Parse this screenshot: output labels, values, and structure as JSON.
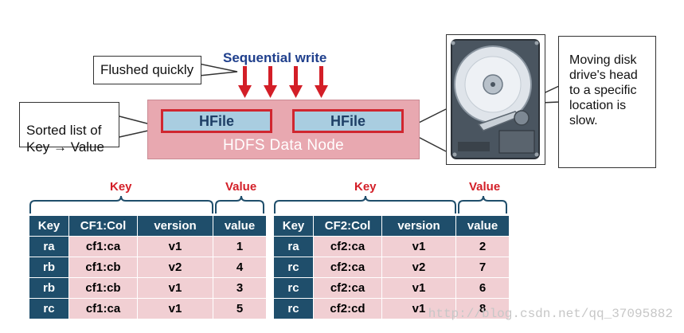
{
  "top": {
    "sequential_write": "Sequential write",
    "flushed": "Flushed quickly",
    "sorted_list": "Sorted list of\nKey → Value",
    "hfile_1": "HFile",
    "hfile_2": "HFile",
    "node_label": "HDFS Data Node",
    "disk_note": "Moving disk drive's head to a specific location is slow."
  },
  "table_left": {
    "key_label": "Key",
    "value_label": "Value",
    "headers": [
      "Key",
      "CF1:Col",
      "version",
      "value"
    ],
    "rows": [
      [
        "ra",
        "cf1:ca",
        "v1",
        "1"
      ],
      [
        "rb",
        "cf1:cb",
        "v2",
        "4"
      ],
      [
        "rb",
        "cf1:cb",
        "v1",
        "3"
      ],
      [
        "rc",
        "cf1:ca",
        "v1",
        "5"
      ]
    ]
  },
  "table_right": {
    "key_label": "Key",
    "value_label": "Value",
    "headers": [
      "Key",
      "CF2:Col",
      "version",
      "value"
    ],
    "rows": [
      [
        "ra",
        "cf2:ca",
        "v1",
        "2"
      ],
      [
        "rc",
        "cf2:ca",
        "v2",
        "7"
      ],
      [
        "rc",
        "cf2:ca",
        "v1",
        "6"
      ],
      [
        "rc",
        "cf2:cd",
        "v1",
        "8"
      ]
    ]
  },
  "watermark": "http://blog.csdn.net/qq_37095882",
  "colors": {
    "node": "#e8a8b0",
    "hfile_fill": "#a9cde0",
    "hfile_border": "#d0262f",
    "arrow": "#d31e27",
    "header_fill": "#1f4e6b",
    "cell_fill": "#f1cfd3",
    "title_blue": "#1f3f8c"
  }
}
